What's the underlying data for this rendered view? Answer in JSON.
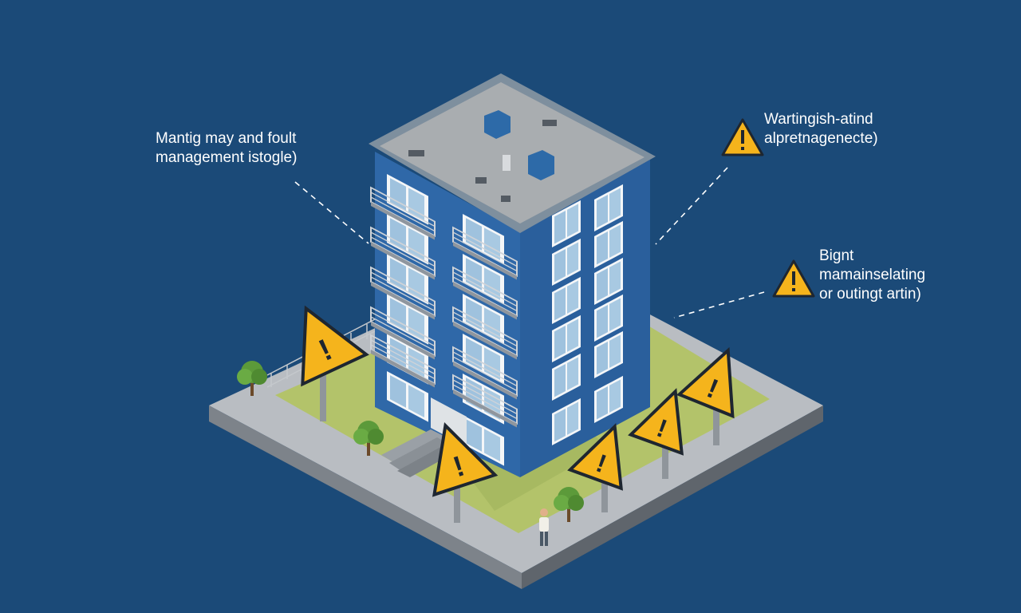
{
  "background_color": "#1b4a78",
  "accent_color": "#f5b41c",
  "annotations": [
    {
      "icon": "warning-icon",
      "lines": [
        "Mantig may and foult",
        "management istogle)"
      ]
    },
    {
      "icon": "warning-icon",
      "lines": [
        "Wartingish-atind",
        "alpretnagenecte)"
      ]
    },
    {
      "icon": "warning-icon",
      "lines": [
        "Bignt",
        "mamainselating",
        "or outingt artin)"
      ]
    }
  ]
}
